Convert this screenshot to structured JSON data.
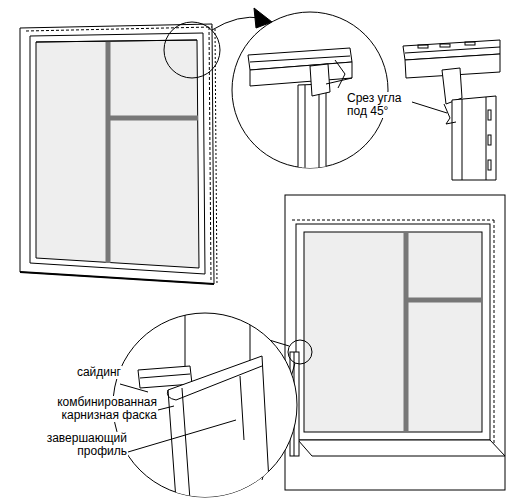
{
  "diagram": {
    "labels": [
      "Срез угла под 45°",
      "сайдинг",
      "комбинированная карнизная фаска",
      "завершающий профиль"
    ]
  }
}
